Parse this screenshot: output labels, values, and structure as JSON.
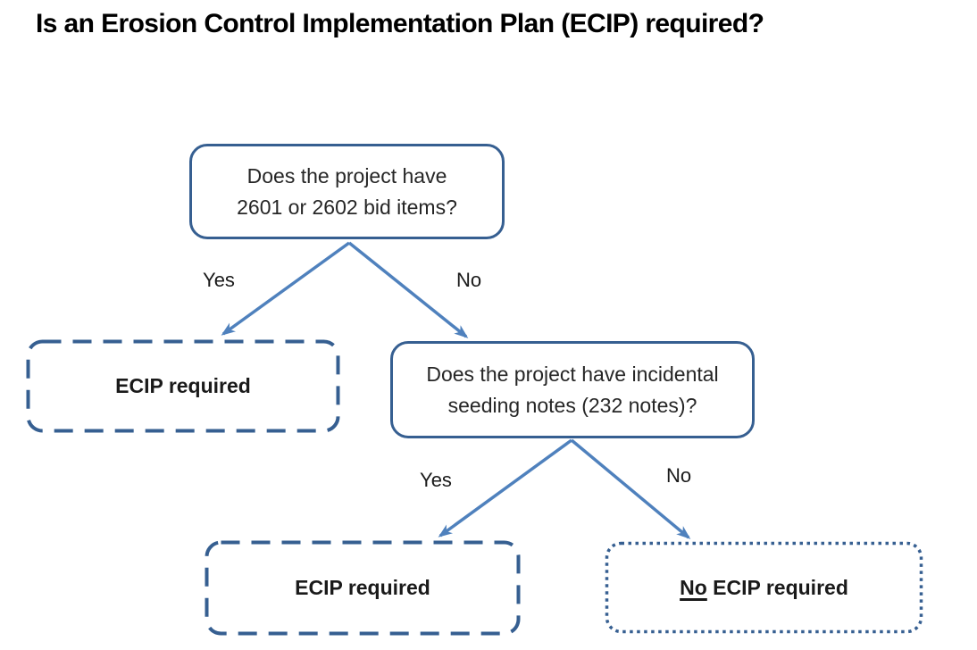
{
  "title": "Is an Erosion Control Implementation Plan (ECIP) required?",
  "colors": {
    "border": "#365f91",
    "arrow": "#4f81bd",
    "text": "#262626",
    "title_text": "#000000",
    "background": "#ffffff"
  },
  "nodes": {
    "q1": {
      "type": "decision",
      "border_style": "solid",
      "text": "Does the project have 2601 or 2602 bid items?"
    },
    "q2": {
      "type": "decision",
      "border_style": "solid",
      "text": "Does the project have incidental seeding notes (232 notes)?"
    },
    "r1": {
      "type": "result",
      "border_style": "dashed",
      "text": "ECIP required"
    },
    "r2": {
      "type": "result",
      "border_style": "dashed",
      "text": "ECIP required"
    },
    "r3": {
      "type": "result",
      "border_style": "dotted",
      "text_underlined": "No",
      "text_rest": " ECIP required"
    }
  },
  "branches": {
    "q1_yes": "Yes",
    "q1_no": "No",
    "q2_yes": "Yes",
    "q2_no": "No"
  },
  "edges": [
    {
      "from": "q1",
      "label": "Yes",
      "to": "r1"
    },
    {
      "from": "q1",
      "label": "No",
      "to": "q2"
    },
    {
      "from": "q2",
      "label": "Yes",
      "to": "r2"
    },
    {
      "from": "q2",
      "label": "No",
      "to": "r3"
    }
  ]
}
